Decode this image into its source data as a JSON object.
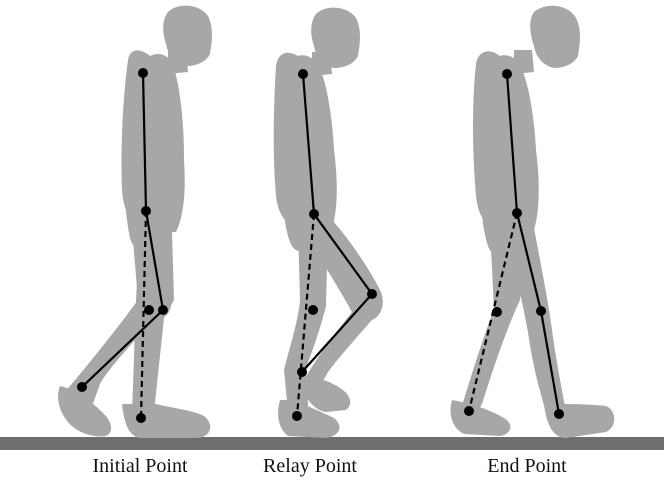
{
  "labels": {
    "initial": "Initial Point",
    "relay": "Relay Point",
    "end": "End Point"
  },
  "colors": {
    "silhouette": "#a7a7a7",
    "skeleton": "#000000",
    "ground": "#6e6e6e",
    "text": "#111111"
  }
}
